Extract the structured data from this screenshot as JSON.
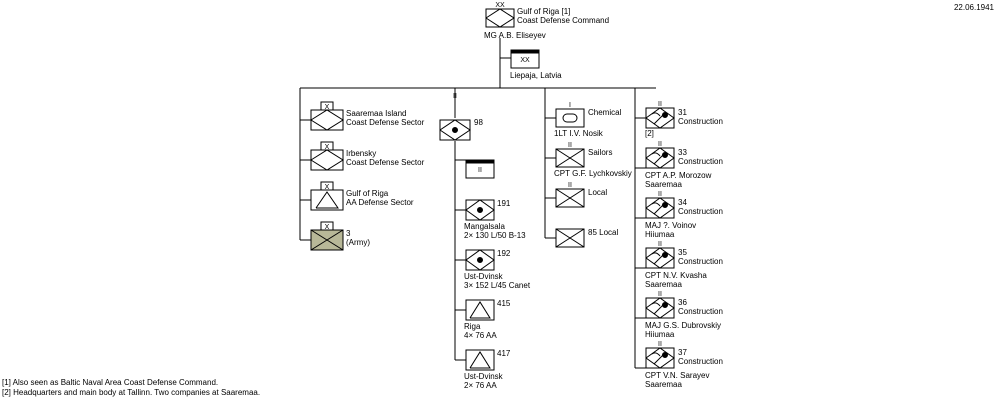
{
  "date": "22.06.1941",
  "hq": {
    "title": "Gulf of Riga [1]",
    "subtitle": "Coast Defense Command",
    "commander": "MG  A.B. Eliseyev",
    "echelon": "XX"
  },
  "hq_sub": {
    "label": "Liepaja, Latvia",
    "echelon": "XX"
  },
  "col1": [
    {
      "line1": "Saaremaa Island",
      "line2": "Coast Defense Sector",
      "echelon": "X"
    },
    {
      "line1": "Irbensky",
      "line2": "Coast Defense Sector",
      "echelon": "X"
    },
    {
      "line1": "Gulf of Riga",
      "line2": "AA Defense Sector",
      "echelon": "X"
    },
    {
      "line1": "3",
      "line2": "(Army)",
      "echelon": "X"
    }
  ],
  "col2_top": {
    "label": "98",
    "echelon": "II"
  },
  "col2_hq": {
    "echelon": "II"
  },
  "col2": [
    {
      "num": "191",
      "line1": "Mangalsala",
      "line2": "2× 130 L/50 B-13"
    },
    {
      "num": "192",
      "line1": "Ust-Dvinsk",
      "line2": "3× 152 L/45 Canet"
    },
    {
      "num": "415",
      "line1": "Riga",
      "line2": "4× 76 AA"
    },
    {
      "num": "417",
      "line1": "Ust-Dvinsk",
      "line2": "2× 76 AA"
    }
  ],
  "col3": [
    {
      "name": "Chemical",
      "cmd": "1LT  I.V. Nosik",
      "echelon": "I"
    },
    {
      "name": "Sailors",
      "cmd": "CPT  G.F. Lychkovskiy",
      "echelon": "II"
    },
    {
      "name": "Local",
      "cmd": "",
      "echelon": "II"
    },
    {
      "name": "85 Local",
      "cmd": "",
      "echelon": ""
    }
  ],
  "col4": [
    {
      "num": "31",
      "type": "Construction",
      "cmd": "[2]",
      "loc": ""
    },
    {
      "num": "33",
      "type": "Construction",
      "cmd": "CPT  A.P. Morozow",
      "loc": "Saaremaa"
    },
    {
      "num": "34",
      "type": "Construction",
      "cmd": "MAJ  ?. Voinov",
      "loc": "Hiiumaa"
    },
    {
      "num": "35",
      "type": "Construction",
      "cmd": "CPT  N.V. Kvasha",
      "loc": "Saaremaa"
    },
    {
      "num": "36",
      "type": "Construction",
      "cmd": "MAJ  G.S. Dubrovskiy",
      "loc": "Hiiumaa"
    },
    {
      "num": "37",
      "type": "Construction",
      "cmd": "CPT  V.N. Sarayev",
      "loc": "Saaremaa"
    }
  ],
  "notes": [
    "[1] Also seen as Baltic Naval Area Coast Defense Command.",
    "[2] Headquarters and main body at Tallinn. Two companies at Saaremaa."
  ]
}
